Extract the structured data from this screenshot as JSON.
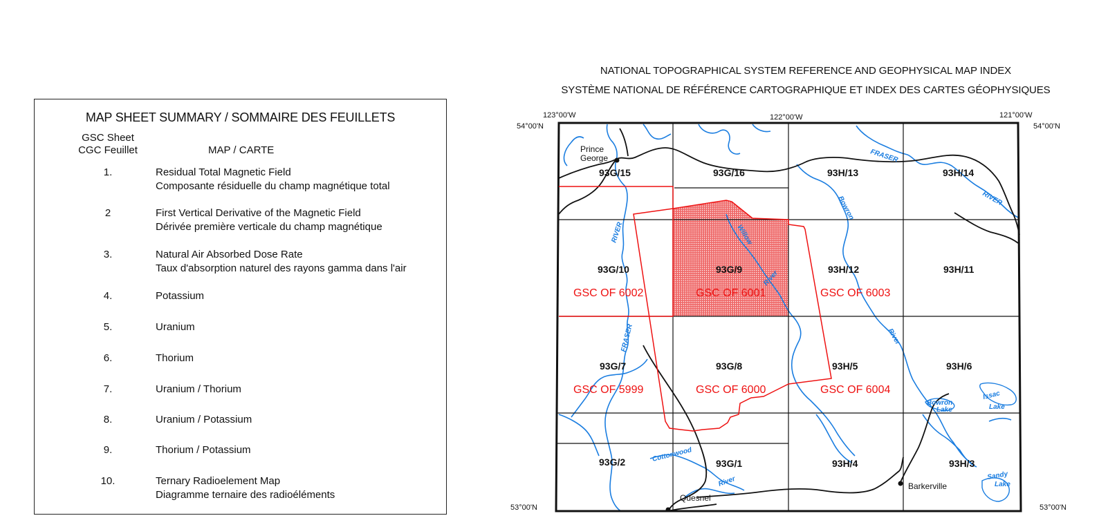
{
  "summary": {
    "title": "MAP SHEET SUMMARY / SOMMAIRE DES FEUILLETS",
    "col_sheet_1": "GSC Sheet",
    "col_sheet_2": "CGC Feuillet",
    "col_map": "MAP / CARTE",
    "rows": [
      {
        "num": "1.",
        "line1": "Residual Total Magnetic Field",
        "line2": "Composante résiduelle du champ magnétique total"
      },
      {
        "num": "2",
        "line1": "First Vertical Derivative of the Magnetic Field",
        "line2": "Dérivée première verticale du champ magnétique"
      },
      {
        "num": "3.",
        "line1": "Natural Air Absorbed Dose Rate",
        "line2": "Taux d'absorption naturel des rayons gamma dans l'air"
      },
      {
        "num": "4.",
        "line1": "Potassium",
        "line2": ""
      },
      {
        "num": "5.",
        "line1": "Uranium",
        "line2": ""
      },
      {
        "num": "6.",
        "line1": "Thorium",
        "line2": ""
      },
      {
        "num": "7.",
        "line1": "Uranium / Thorium",
        "line2": ""
      },
      {
        "num": "8.",
        "line1": "Uranium / Potassium",
        "line2": ""
      },
      {
        "num": "9.",
        "line1": "Thorium / Potassium",
        "line2": ""
      },
      {
        "num": "10.",
        "line1": "Ternary Radioelement Map",
        "line2": "Diagramme ternaire des radioéléments"
      }
    ]
  },
  "map": {
    "title_en": "NATIONAL TOPOGRAPHICAL SYSTEM REFERENCE AND GEOPHYSICAL MAP INDEX",
    "title_fr": "SYSTÈME NATIONAL DE RÉFÉRENCE CARTOGRAPHIQUE ET INDEX DES CARTES GÉOPHYSIQUES",
    "coords": {
      "lon_123": "123°00'W",
      "lon_122": "122°00'W",
      "lon_121": "121°00'W",
      "lat_54_left": "54°00'N",
      "lat_54_right": "54°00'N",
      "lat_53_left": "53°00'N",
      "lat_53_right": "53°00'N"
    },
    "sheets": {
      "g15": "93G/15",
      "g16": "93G/16",
      "h13": "93H/13",
      "h14": "93H/14",
      "g10": "93G/10",
      "g9": "93G/9",
      "h12": "93H/12",
      "h11": "93H/11",
      "g7": "93G/7",
      "g8": "93G/8",
      "h5": "93H/5",
      "h6": "93H/6",
      "g2": "93G/2",
      "g1": "93G/1",
      "h4": "93H/4",
      "h3": "93H/3"
    },
    "open_files": {
      "of6002": "GSC OF 6002",
      "of6001": "GSC OF 6001",
      "of6003": "GSC OF 6003",
      "of5999": "GSC OF 5999",
      "of6000": "GSC OF 6000",
      "of6004": "GSC OF 6004"
    },
    "places": {
      "prince_george_1": "Prince",
      "prince_george_2": "George",
      "quesnel": "Quesnel",
      "barkerville": "Barkerville"
    },
    "water": {
      "fraser_top": "FRASER",
      "river_top": "RIVER",
      "bowron_top": "Bowron",
      "river_left": "RIVER",
      "willow": "Willow",
      "river_willow": "River",
      "fraser_left": "FRASER",
      "river_bowron": "River",
      "bowron_lake_1": "Bowron",
      "bowron_lake_2": "Lake",
      "isaac_lake_1": "Issac",
      "isaac_lake_2": "Lake",
      "cottonwood": "Cottonwood",
      "river_cottonwood": "River",
      "sandy_lake_1": "Sandy",
      "sandy_lake_2": "Lake"
    },
    "colors": {
      "frame": "#111111",
      "survey": "#e11111",
      "water": "#1a7de0",
      "road": "#111111"
    }
  }
}
